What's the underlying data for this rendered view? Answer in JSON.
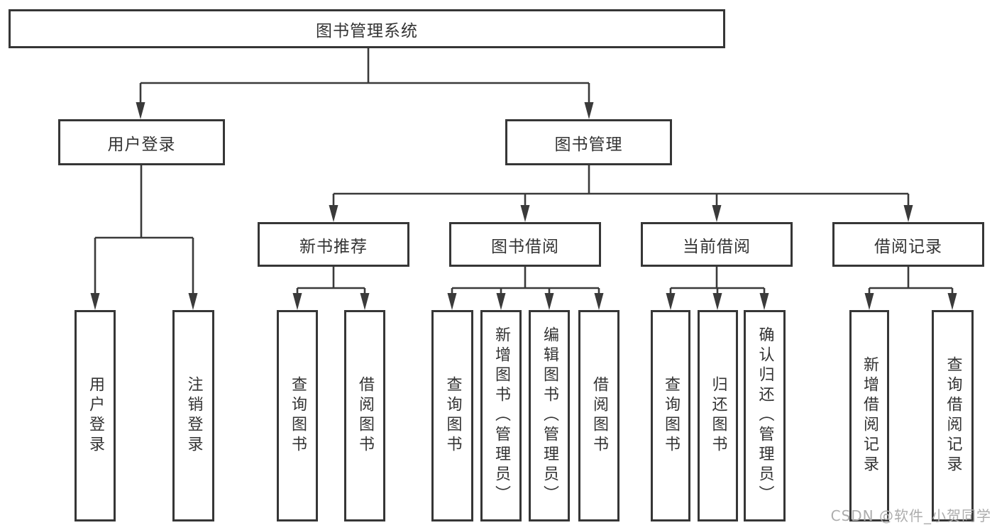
{
  "colors": {
    "border": "#363636",
    "line": "#3a3a3a",
    "text": "#333333",
    "watermark": "#adadad",
    "background": "#ffffff"
  },
  "watermark": "CSDN @软件_小贺同学",
  "tree": {
    "root": {
      "label": "图书管理系统"
    },
    "branches": [
      {
        "label": "用户登录",
        "children": [
          {
            "label": "用户登录"
          },
          {
            "label": "注销登录"
          }
        ]
      },
      {
        "label": "图书管理",
        "sections": [
          {
            "label": "新书推荐",
            "children": [
              {
                "label": "查询图书"
              },
              {
                "label": "借阅图书"
              }
            ]
          },
          {
            "label": "图书借阅",
            "children": [
              {
                "label": "查询图书"
              },
              {
                "label": "新增图书（管理员）"
              },
              {
                "label": "编辑图书（管理员）"
              },
              {
                "label": "借阅图书"
              }
            ]
          },
          {
            "label": "当前借阅",
            "children": [
              {
                "label": "查询图书"
              },
              {
                "label": "归还图书"
              },
              {
                "label": "确认归还（管理员）"
              }
            ]
          },
          {
            "label": "借阅记录",
            "children": [
              {
                "label": "新增借阅记录"
              },
              {
                "label": "查询借阅记录"
              }
            ]
          }
        ]
      }
    ]
  }
}
